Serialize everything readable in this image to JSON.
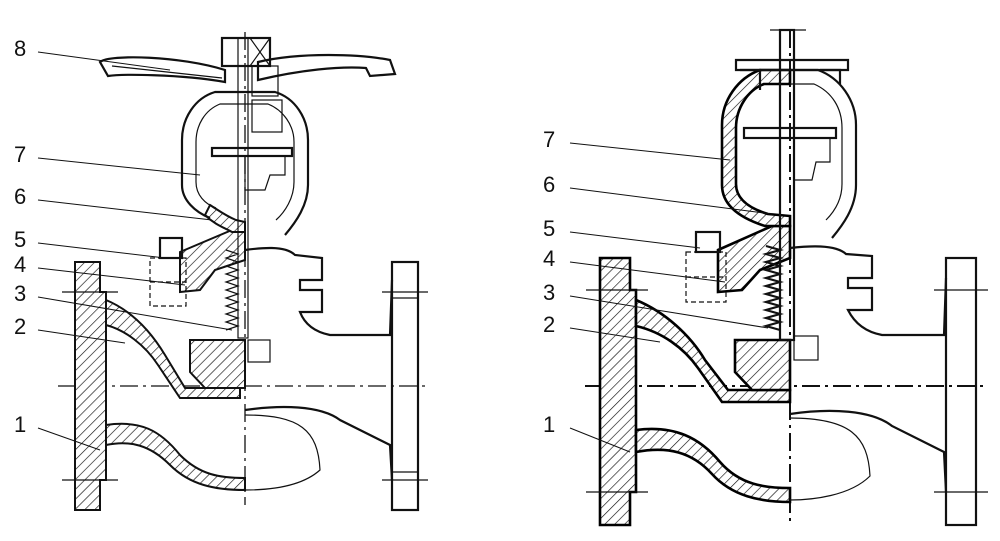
{
  "colors": {
    "line": "#111111",
    "background": "#ffffff"
  },
  "left_view": {
    "labels": [
      "8",
      "7",
      "6",
      "5",
      "4",
      "3",
      "2",
      "1"
    ]
  },
  "right_view": {
    "labels": [
      "7",
      "6",
      "5",
      "4",
      "3",
      "2",
      "1"
    ]
  }
}
